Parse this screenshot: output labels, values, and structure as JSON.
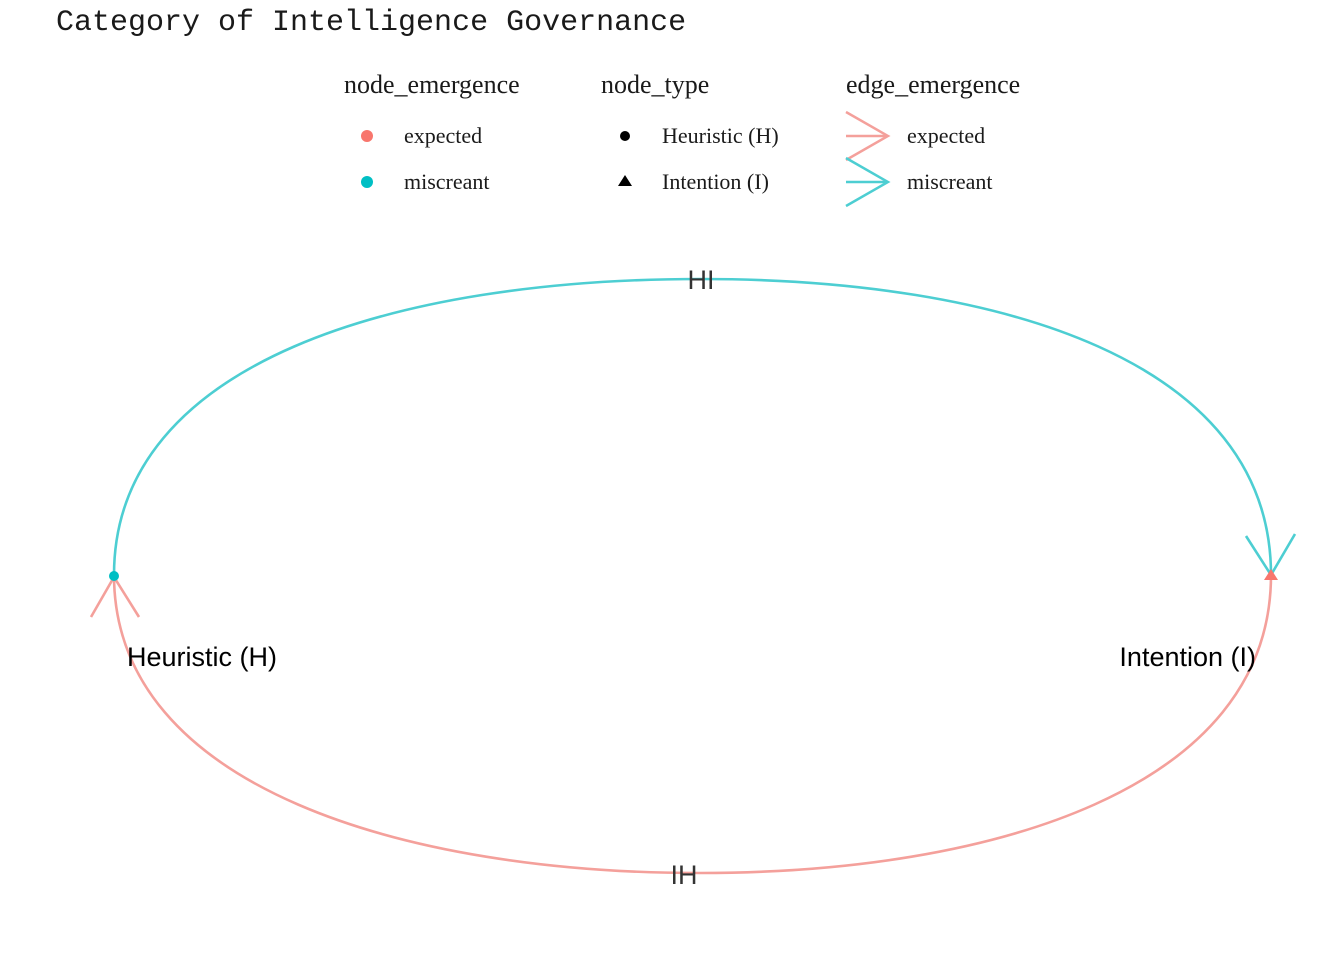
{
  "title": "Category of Intelligence Governance",
  "colors": {
    "expected": "#F8766D",
    "miscreant": "#00BFC4",
    "expected_edge": "#F4A09B",
    "miscreant_edge": "#4DCED2"
  },
  "legend": {
    "node_emergence": {
      "title": "node_emergence",
      "items": [
        {
          "label": "expected",
          "color": "#F8766D",
          "shape": "circle"
        },
        {
          "label": "miscreant",
          "color": "#00BFC4",
          "shape": "circle"
        }
      ]
    },
    "node_type": {
      "title": "node_type",
      "items": [
        {
          "label": "Heuristic (H)",
          "shape": "circle"
        },
        {
          "label": "Intention (I)",
          "shape": "triangle"
        }
      ]
    },
    "edge_emergence": {
      "title": "edge_emergence",
      "items": [
        {
          "label": "expected",
          "color": "#F4A09B",
          "shape": "arrow"
        },
        {
          "label": "miscreant",
          "color": "#4DCED2",
          "shape": "arrow"
        }
      ]
    }
  },
  "nodes": [
    {
      "id": "H",
      "label": "Heuristic (H)",
      "type": "Heuristic (H)",
      "emergence": "miscreant"
    },
    {
      "id": "I",
      "label": "Intention (I)",
      "type": "Intention (I)",
      "emergence": "expected"
    }
  ],
  "edges": [
    {
      "id": "HI",
      "label": "HI",
      "from": "H",
      "to": "I",
      "emergence": "miscreant"
    },
    {
      "id": "IH",
      "label": "IH",
      "from": "I",
      "to": "H",
      "emergence": "expected"
    }
  ]
}
